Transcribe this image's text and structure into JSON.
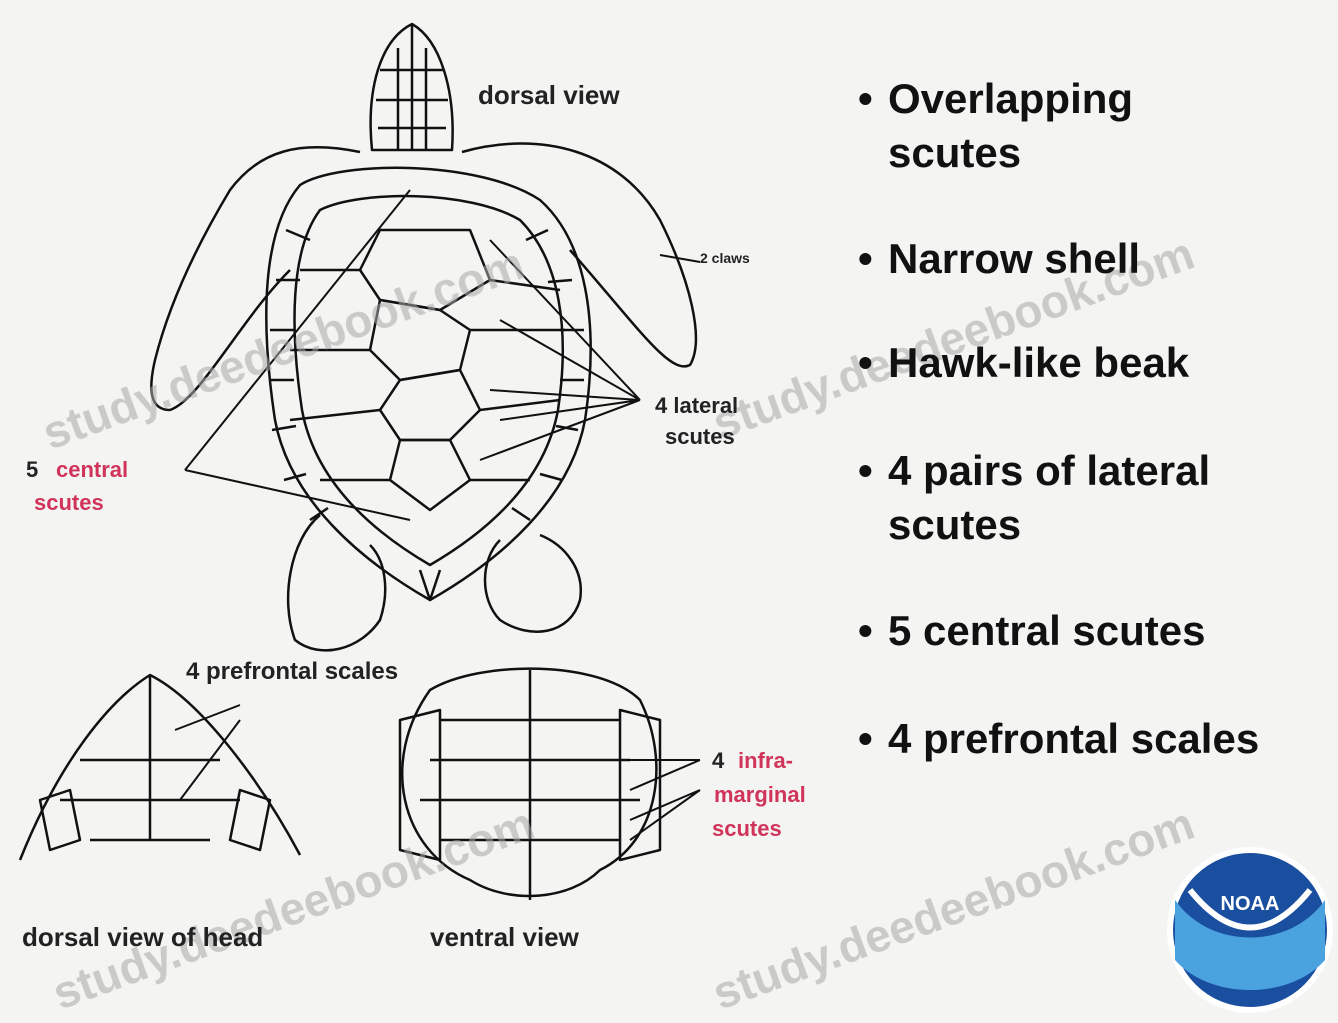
{
  "bullets": [
    {
      "line1": "Overlapping",
      "line2": "scutes"
    },
    {
      "line1": "Narrow shell"
    },
    {
      "line1": "Hawk-like beak"
    },
    {
      "line1": "4 pairs of lateral",
      "line2": "scutes"
    },
    {
      "line1": "5 central scutes"
    },
    {
      "line1": "4 prefrontal scales"
    }
  ],
  "labels": {
    "dorsal_view": "dorsal view",
    "claws": "2 claws",
    "lateral_scutes_1": "4 lateral",
    "lateral_scutes_2": "scutes",
    "central_scutes_1": "5",
    "central_scutes_2": "central",
    "central_scutes_3": "scutes",
    "prefrontal_scales": "4 prefrontal scales",
    "inframarginal_1": "4",
    "inframarginal_2": "infra-",
    "inframarginal_3": "marginal",
    "inframarginal_4": "scutes",
    "dorsal_view_head": "dorsal view of head",
    "ventral_view": "ventral view"
  },
  "watermark": "study.deedeebook.com",
  "logo_text": "NOAA",
  "colors": {
    "accent_pink": "#d0345a",
    "logo_blue": "#1a4fa0",
    "logo_light": "#4aa3df"
  }
}
